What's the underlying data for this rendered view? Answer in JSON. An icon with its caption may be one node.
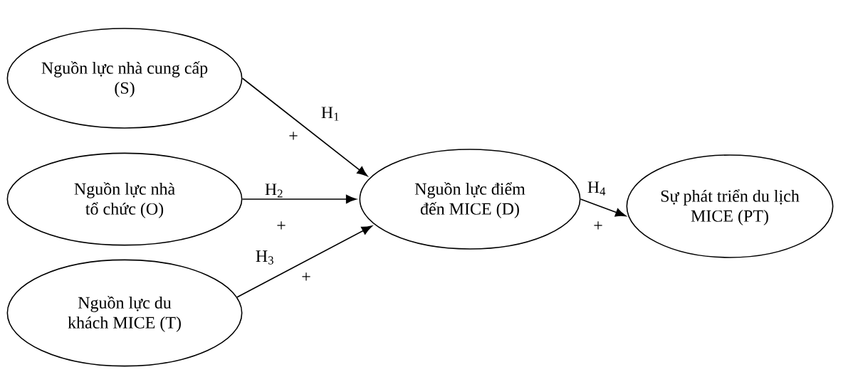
{
  "diagram": {
    "nodes": [
      {
        "text": [
          "Nguồn lực nhà cung cấp (S)"
        ]
      },
      {
        "text": [
          "Nguồn lực nhà tổ chức (O)"
        ]
      },
      {
        "text": [
          "Nguồn lực du khách MICE (T)"
        ]
      },
      {
        "text": [
          "Nguồn lực điểm đến MICE (D)"
        ]
      },
      {
        "text": [
          "Sự phát triển du lịch MICE (PT)"
        ]
      }
    ],
    "edges": [
      {
        "from": 0,
        "to": 3,
        "arrow": "to",
        "label": "H$_{1}$"
      },
      {
        "from": 1,
        "to": 3,
        "arrow": "to",
        "label": "H$_{2}$"
      },
      {
        "from": 2,
        "to": 3,
        "arrow": "to",
        "label": "H$_{3}$"
      },
      {
        "from": 3,
        "to": 4,
        "arrow": "to",
        "label": "H$_{4}$"
      }
    ],
    "labels": [
      "+",
      "+",
      "+",
      "+"
    ]
  }
}
